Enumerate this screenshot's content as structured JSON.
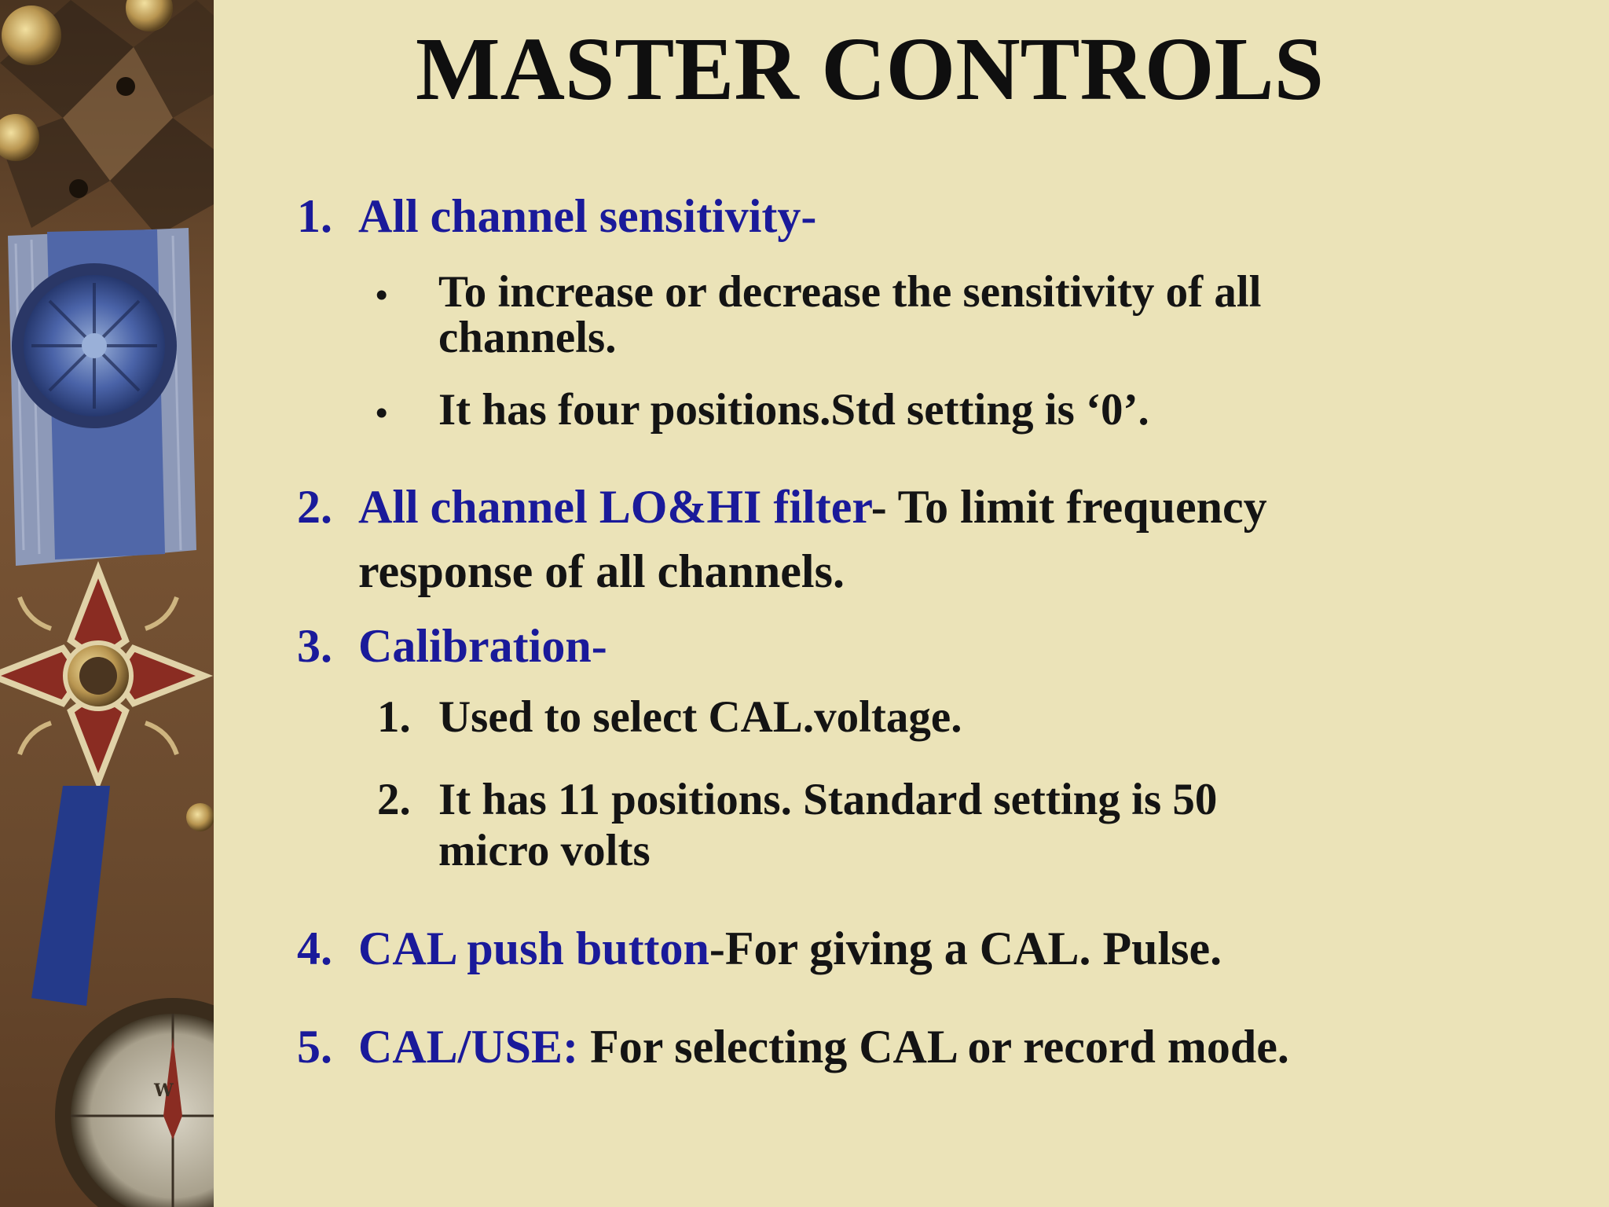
{
  "slide": {
    "title": "MASTER CONTROLS",
    "items": [
      {
        "number": "1.",
        "heading": "All channel sensitivity-",
        "text": "",
        "bullets": [
          {
            "symbol": "•",
            "line1": "To increase or decrease the sensitivity of all",
            "line2": "channels."
          },
          {
            "symbol": "•",
            "line1": "It has four positions.Std setting is ‘0’.",
            "line2": ""
          }
        ]
      },
      {
        "number": "2.",
        "heading": "All channel LO&HI filter",
        "text": "- To limit frequency",
        "text2": "response of all channels."
      },
      {
        "number": "3.",
        "heading": "Calibration-",
        "subitems": [
          {
            "number": "1.",
            "line1": "Used to select CAL.voltage.",
            "line2": ""
          },
          {
            "number": "2.",
            "line1": "It has 11 positions. Standard setting is 50",
            "line2": "micro volts"
          }
        ]
      },
      {
        "number": "4.",
        "heading": "CAL push button",
        "text": "-For giving a CAL. Pulse."
      },
      {
        "number": "5.",
        "heading": "CAL/USE:",
        "text": " For selecting CAL or record mode."
      }
    ]
  },
  "colors": {
    "background": "#ebe3b8",
    "heading_blue": "#1a1a9a",
    "text_black": "#141414"
  },
  "decor": {
    "side_image": "medals-and-compass-collage"
  }
}
